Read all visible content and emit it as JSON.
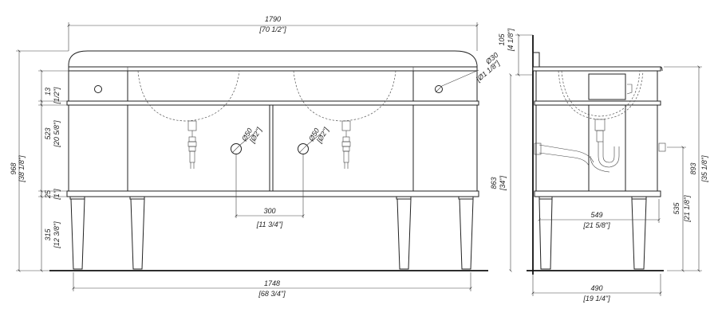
{
  "front_view": {
    "overall_width": {
      "value": "1790",
      "inch": "[70 1/2\"]"
    },
    "base_width": {
      "value": "1748",
      "inch": "[68 3/4\"]"
    },
    "total_height": {
      "value": "968",
      "inch": "[38 1/8\"]"
    },
    "top_thickness": {
      "value": "13",
      "inch": "[1/2\"]"
    },
    "cabinet_height": {
      "value": "523",
      "inch": "[20 5/8\"]"
    },
    "base_rail": {
      "value": "25",
      "inch": "[1\"]"
    },
    "leg_height": {
      "value": "315",
      "inch": "[12 3/8\"]"
    },
    "hole_small": {
      "value": "Ø30",
      "inch": "[Ø1 1/8\"]"
    },
    "hole_left": {
      "value": "Ø50",
      "inch": "[Ø2\"]"
    },
    "hole_right": {
      "value": "Ø50",
      "inch": "[Ø2\"]"
    },
    "hole_spacing": {
      "value": "300",
      "inch": "[11 3/4\"]"
    }
  },
  "side_view": {
    "backsplash": {
      "value": "105",
      "inch": "[4 1/8\"]"
    },
    "height_863": {
      "value": "863",
      "inch": "[34\"]"
    },
    "depth_549": {
      "value": "549",
      "inch": "[21 5/8\"]"
    },
    "depth_490": {
      "value": "490",
      "inch": "[19 1/4\"]"
    },
    "height_893": {
      "value": "893",
      "inch": "[35 1/8\"]"
    },
    "height_535": {
      "value": "535",
      "inch": "[21 1/8\"]"
    }
  }
}
